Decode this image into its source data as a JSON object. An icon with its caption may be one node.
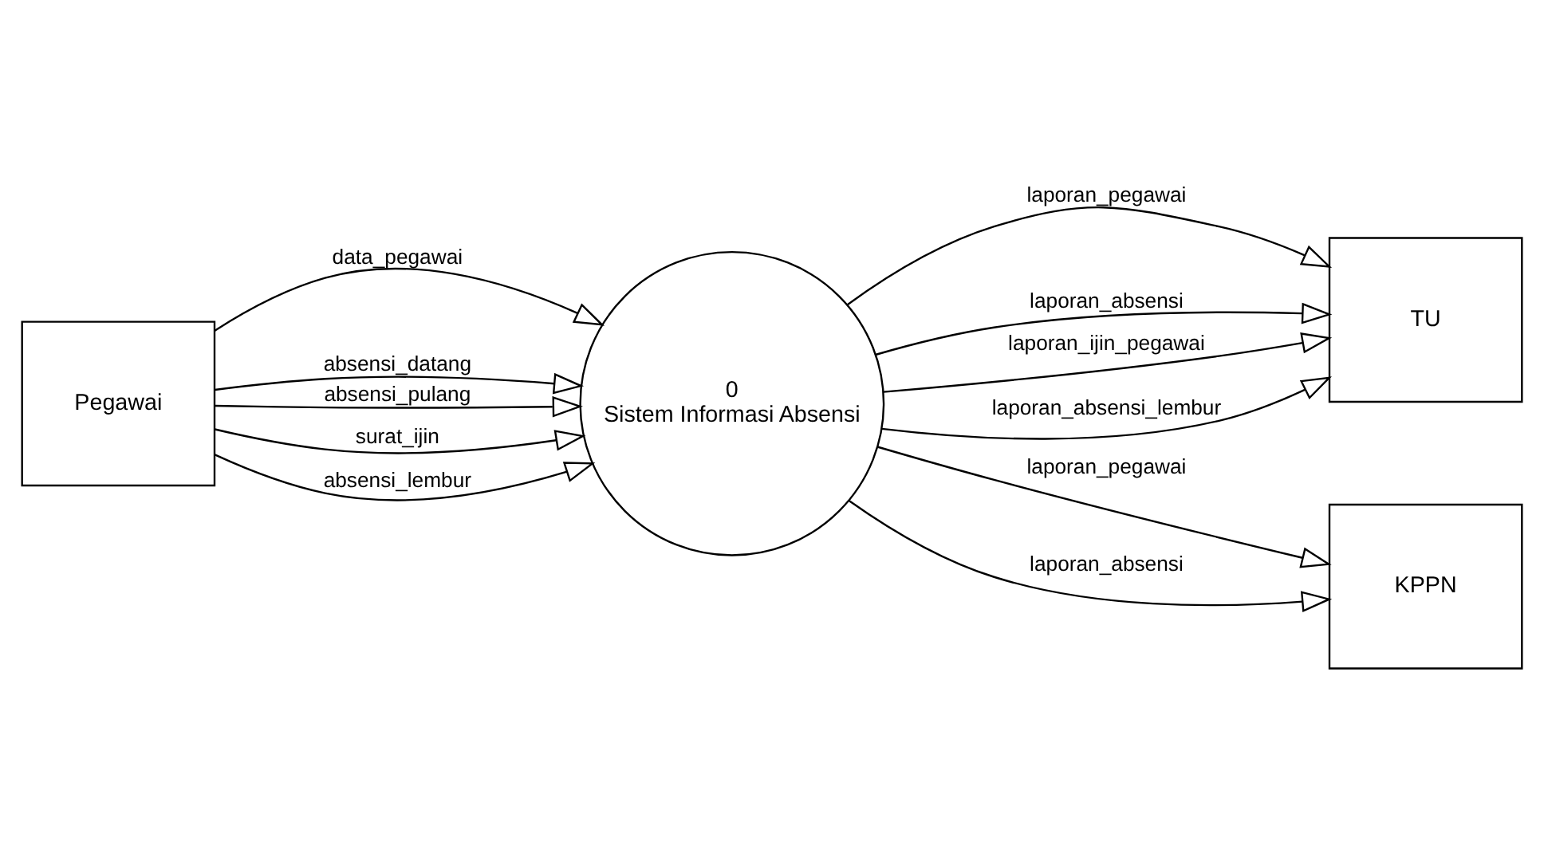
{
  "diagram": {
    "nodes": [
      {
        "text": [
          "Pegawai"
        ]
      },
      {
        "text": [
          "0",
          "Sistem Informasi Absensi"
        ]
      },
      {
        "text": [
          "TU"
        ]
      },
      {
        "text": [
          "KPPN"
        ]
      }
    ],
    "edges": [
      {
        "from": 0,
        "to": 1,
        "arrow": "to",
        "label": "data_pegawai"
      },
      {
        "from": 0,
        "to": 1,
        "arrow": "to",
        "label": "absensi_datang"
      },
      {
        "from": 0,
        "to": 1,
        "arrow": "to",
        "label": "absensi_pulang"
      },
      {
        "from": 0,
        "to": 1,
        "arrow": "to",
        "label": "surat_ijin"
      },
      {
        "from": 0,
        "to": 1,
        "arrow": "to",
        "label": "absensi_lembur"
      },
      {
        "from": 1,
        "to": 2,
        "arrow": "to",
        "label": "laporan_pegawai"
      },
      {
        "from": 1,
        "to": 2,
        "arrow": "to",
        "label": "laporan_absensi"
      },
      {
        "from": 1,
        "to": 2,
        "arrow": "to",
        "label": "laporan_ijin_pegawai"
      },
      {
        "from": 1,
        "to": 2,
        "arrow": "to",
        "label": "laporan_absensi_lembur"
      },
      {
        "from": 1,
        "to": 3,
        "arrow": "to",
        "label": "laporan_pegawai"
      },
      {
        "from": 1,
        "to": 3,
        "arrow": "to",
        "label": "laporan_absensi"
      }
    ]
  }
}
